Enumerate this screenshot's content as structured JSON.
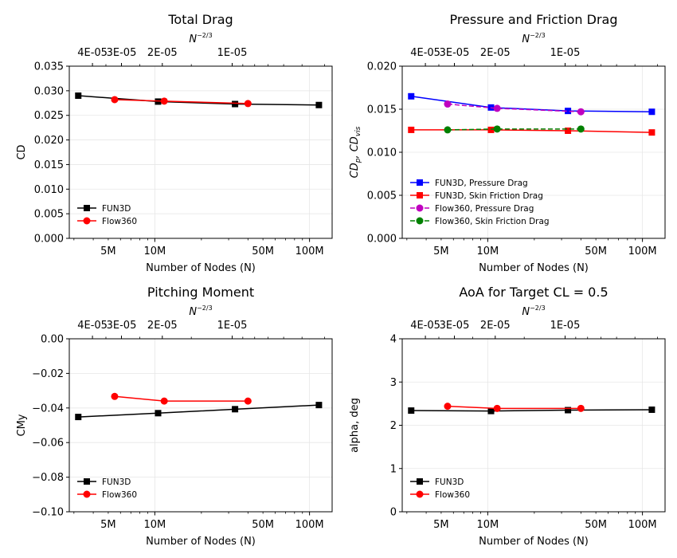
{
  "chart_data": [
    {
      "type": "line",
      "title": "Total Drag",
      "xlabel": "Number of Nodes (N)",
      "ylabel": "CD",
      "top_xlabel": "N^-2/3",
      "xscale": "log",
      "xlim": [
        2800000,
        140000000
      ],
      "ylim": [
        0,
        0.035
      ],
      "yticks": [
        "0.000",
        "0.005",
        "0.010",
        "0.015",
        "0.020",
        "0.025",
        "0.030",
        "0.035"
      ],
      "xticks": [
        "5M",
        "10M",
        "50M",
        "100M"
      ],
      "top_xticks": [
        "4E-05",
        "3E-05",
        "2E-05",
        "1E-05"
      ],
      "grid": true,
      "legend": "lower-left",
      "series": [
        {
          "name": "FUN3D",
          "color": "#000000",
          "marker": "square",
          "dash": false,
          "x": [
            3200000,
            10500000,
            33000000,
            115000000
          ],
          "y": [
            0.029,
            0.0278,
            0.0273,
            0.0271
          ]
        },
        {
          "name": "Flow360",
          "color": "#ff0000",
          "marker": "circle",
          "dash": false,
          "x": [
            5500000,
            11500000,
            40000000
          ],
          "y": [
            0.0282,
            0.0279,
            0.0274
          ]
        }
      ]
    },
    {
      "type": "line",
      "title": "Pressure and Friction Drag",
      "xlabel": "Number of Nodes (N)",
      "ylabel": "CDp, CDvis",
      "top_xlabel": "N^-2/3",
      "xscale": "log",
      "xlim": [
        2800000,
        140000000
      ],
      "ylim": [
        0,
        0.02
      ],
      "yticks": [
        "0.000",
        "0.005",
        "0.010",
        "0.015",
        "0.020"
      ],
      "xticks": [
        "5M",
        "10M",
        "50M",
        "100M"
      ],
      "top_xticks": [
        "4E-05",
        "3E-05",
        "2E-05",
        "1E-05"
      ],
      "grid": true,
      "legend": "lower-left",
      "series": [
        {
          "name": "FUN3D, Pressure Drag",
          "color": "#0000ff",
          "marker": "square",
          "dash": false,
          "x": [
            3200000,
            10500000,
            33000000,
            115000000
          ],
          "y": [
            0.0165,
            0.0152,
            0.0148,
            0.0147
          ]
        },
        {
          "name": "FUN3D, Skin Friction Drag",
          "color": "#ff0000",
          "marker": "square",
          "dash": false,
          "x": [
            3200000,
            10500000,
            33000000,
            115000000
          ],
          "y": [
            0.0126,
            0.0126,
            0.0125,
            0.0123
          ]
        },
        {
          "name": "Flow360, Pressure Drag",
          "color": "#bf00bf",
          "marker": "circle",
          "dash": true,
          "x": [
            5500000,
            11500000,
            40000000
          ],
          "y": [
            0.0156,
            0.0151,
            0.0147
          ]
        },
        {
          "name": "Flow360, Skin Friction Drag",
          "color": "#008000",
          "marker": "circle",
          "dash": true,
          "x": [
            5500000,
            11500000,
            40000000
          ],
          "y": [
            0.0126,
            0.0127,
            0.0127
          ]
        }
      ]
    },
    {
      "type": "line",
      "title": "Pitching Moment",
      "xlabel": "Number of Nodes (N)",
      "ylabel": "CMy",
      "top_xlabel": "N^-2/3",
      "xscale": "log",
      "xlim": [
        2800000,
        140000000
      ],
      "ylim": [
        -0.1,
        0.0
      ],
      "yticks": [
        "−0.10",
        "−0.08",
        "−0.06",
        "−0.04",
        "−0.02",
        "0.00"
      ],
      "xticks": [
        "5M",
        "10M",
        "50M",
        "100M"
      ],
      "top_xticks": [
        "4E-05",
        "3E-05",
        "2E-05",
        "1E-05"
      ],
      "grid": true,
      "legend": "lower-left",
      "series": [
        {
          "name": "FUN3D",
          "color": "#000000",
          "marker": "square",
          "dash": false,
          "x": [
            3200000,
            10500000,
            33000000,
            115000000
          ],
          "y": [
            -0.0452,
            -0.043,
            -0.0407,
            -0.0383
          ]
        },
        {
          "name": "Flow360",
          "color": "#ff0000",
          "marker": "circle",
          "dash": false,
          "x": [
            5500000,
            11500000,
            40000000
          ],
          "y": [
            -0.0333,
            -0.036,
            -0.036
          ]
        }
      ]
    },
    {
      "type": "line",
      "title": "AoA for Target CL = 0.5",
      "xlabel": "Number of Nodes (N)",
      "ylabel": "alpha, deg",
      "top_xlabel": "N^-2/3",
      "xscale": "log",
      "xlim": [
        2800000,
        140000000
      ],
      "ylim": [
        0,
        4
      ],
      "yticks": [
        "0",
        "1",
        "2",
        "3",
        "4"
      ],
      "xticks": [
        "5M",
        "10M",
        "50M",
        "100M"
      ],
      "top_xticks": [
        "4E-05",
        "3E-05",
        "2E-05",
        "1E-05"
      ],
      "grid": true,
      "legend": "lower-left",
      "series": [
        {
          "name": "FUN3D",
          "color": "#000000",
          "marker": "square",
          "dash": false,
          "x": [
            3200000,
            10500000,
            33000000,
            115000000
          ],
          "y": [
            2.34,
            2.33,
            2.35,
            2.36
          ]
        },
        {
          "name": "Flow360",
          "color": "#ff0000",
          "marker": "circle",
          "dash": false,
          "x": [
            5500000,
            11500000,
            40000000
          ],
          "y": [
            2.44,
            2.39,
            2.39
          ]
        }
      ]
    }
  ]
}
